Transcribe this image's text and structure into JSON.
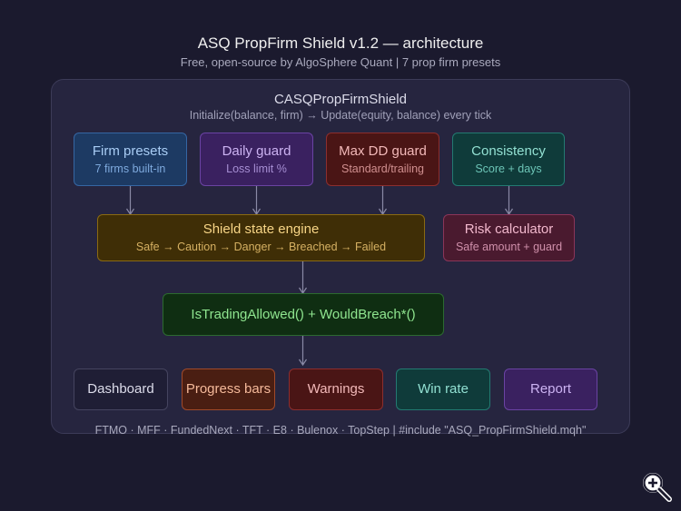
{
  "header": {
    "title": "ASQ PropFirm Shield v1.2 — architecture",
    "subtitle": "Free, open-source by AlgoSphere Quant | 7 prop firm presets"
  },
  "class_block": {
    "name": "CASQPropFirmShield",
    "description": "Initialize(balance, firm) → Update(equity, balance) every tick"
  },
  "modules": [
    {
      "title": "Firm presets",
      "subtitle": "7 firms built-in"
    },
    {
      "title": "Daily guard",
      "subtitle": "Loss limit %"
    },
    {
      "title": "Max DD guard",
      "subtitle": "Standard/trailing"
    },
    {
      "title": "Consistency",
      "subtitle": "Score + days"
    }
  ],
  "engine": {
    "title": "Shield state engine",
    "subtitle": "Safe → Caution → Danger → Breached → Failed"
  },
  "risk": {
    "title": "Risk calculator",
    "subtitle": "Safe amount + guard"
  },
  "api": {
    "label": "IsTradingAllowed() + WouldBreach*()"
  },
  "outputs": [
    {
      "label": "Dashboard"
    },
    {
      "label": "Progress bars"
    },
    {
      "label": "Warnings"
    },
    {
      "label": "Win rate"
    },
    {
      "label": "Report"
    }
  ],
  "footer": "FTMO · MFF · FundedNext · TFT · E8 · Bulenox · TopStep | #include \"ASQ_PropFirmShield.mqh\"",
  "colors": {
    "background": "#1b1a2e",
    "container": "#26253f",
    "firm_presets": "#1d3a63",
    "daily_guard": "#3a2160",
    "max_dd_guard": "#4a1515",
    "consistency": "#0f3b3a",
    "engine": "#3f2e06",
    "risk": "#4a1a2f",
    "api": "#0f2e12",
    "arrow": "#8a8aa6"
  },
  "icons": {
    "zoom": "zoom-in-icon"
  }
}
